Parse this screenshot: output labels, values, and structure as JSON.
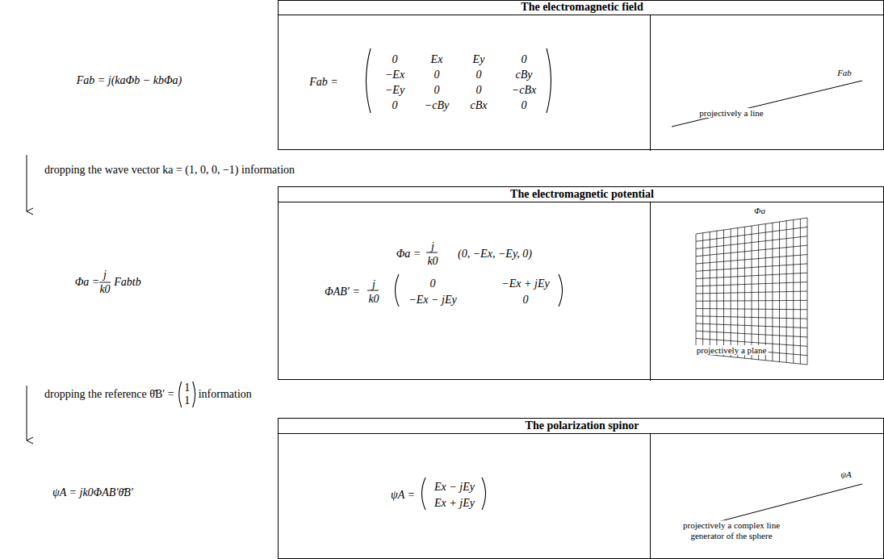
{
  "diagram": {
    "nodes": [
      {
        "text": [
          "The electromagnetic field"
        ]
      },
      {
        "text": [
          "Fab =",
          "0",
          "Ex",
          "Ey",
          "0",
          "−Ex",
          "0",
          "0",
          "cBy",
          "−Ey",
          "0",
          "0",
          "−cBx",
          "0",
          "−cBy",
          "cBx",
          "0"
        ],
        "in": 0
      },
      {
        "text": [
          "Fab",
          "projectively a line"
        ],
        "in": 0
      },
      {
        "text": [
          "The electromagnetic potential"
        ]
      },
      {
        "text": [
          "Φa =",
          "j",
          "k0",
          "(0, −Ex, −Ey, 0)",
          "ΦAB′ =",
          "j",
          "k0",
          "0",
          "−Ex + jEy",
          "−Ex − jEy",
          "0"
        ],
        "in": 3
      },
      {
        "text": [
          "Φa",
          "projectively a plane"
        ],
        "in": 3
      },
      {
        "text": [
          "The polarization spinor"
        ]
      },
      {
        "text": [
          "ψA =",
          "Ex − jEy",
          "Ex + jEy"
        ],
        "in": 6
      },
      {
        "text": [
          "ψA",
          "projectively a complex line generator of the sphere"
        ],
        "in": 6
      }
    ],
    "edges": [],
    "labels": [
      "Fab = j(kaΦb − kbΦa)",
      "dropping the wave vector ka = (1, 0, 0, −1) information",
      "Φa =",
      "j",
      "k0",
      "Fabtb",
      "dropping the reference θ̄B′ =",
      "1",
      "1",
      "information",
      "ψA = jk0ΦAB′θ̄B′"
    ]
  }
}
